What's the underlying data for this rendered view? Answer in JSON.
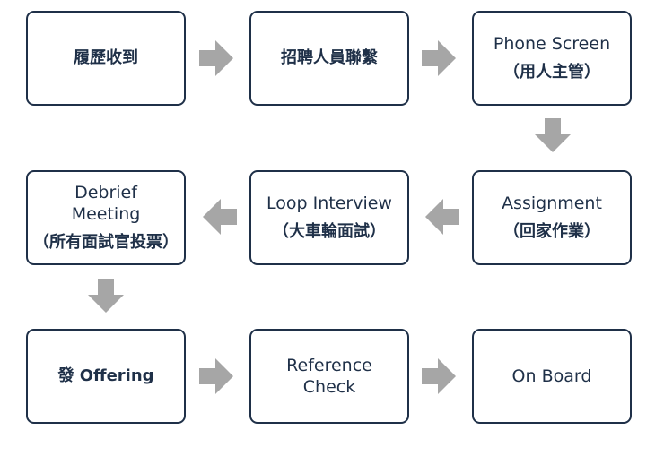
{
  "nodes": {
    "resume": {
      "label": "履歷收到"
    },
    "recruiter": {
      "label": "招聘人員聯繫"
    },
    "phone": {
      "label": "Phone Screen",
      "sub": "（用人主管）"
    },
    "assignment": {
      "label": "Assignment",
      "sub": "（回家作業）"
    },
    "loop": {
      "label": "Loop Interview",
      "sub": "（大車輪面試）"
    },
    "debrief": {
      "label_line1": "Debrief",
      "label_line2": "Meeting",
      "sub": "（所有面試官投票）"
    },
    "offer": {
      "label": "發 Offering"
    },
    "reference": {
      "label_line1": "Reference",
      "label_line2": "Check"
    },
    "onboard": {
      "label": "On Board"
    }
  },
  "colors": {
    "border": "#1f3048",
    "text": "#1f3048",
    "arrow": "#a6a6a6"
  }
}
